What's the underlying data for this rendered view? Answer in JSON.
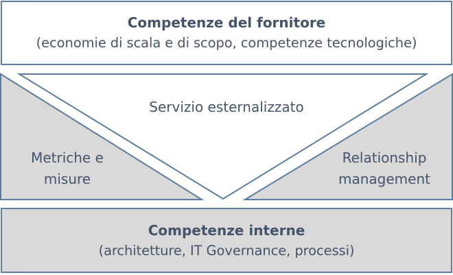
{
  "diagram": {
    "top_box": {
      "title": "Competenze del fornitore",
      "subtitle": "(economie di scala e di scopo, competenze tecnologiche)"
    },
    "center_triangle": {
      "label": "Servizio esternalizzato"
    },
    "left_triangle": {
      "line1": "Metriche e",
      "line2": "misure"
    },
    "right_triangle": {
      "line1": "Relationship",
      "line2": "management"
    },
    "bottom_box": {
      "title": "Competenze interne",
      "subtitle": "(architetture, IT Governance, processi)"
    },
    "colors": {
      "border": "#5b7ca2",
      "grey_fill": "#d9d9d9",
      "white_fill": "#ffffff",
      "text": "#44546a"
    }
  }
}
